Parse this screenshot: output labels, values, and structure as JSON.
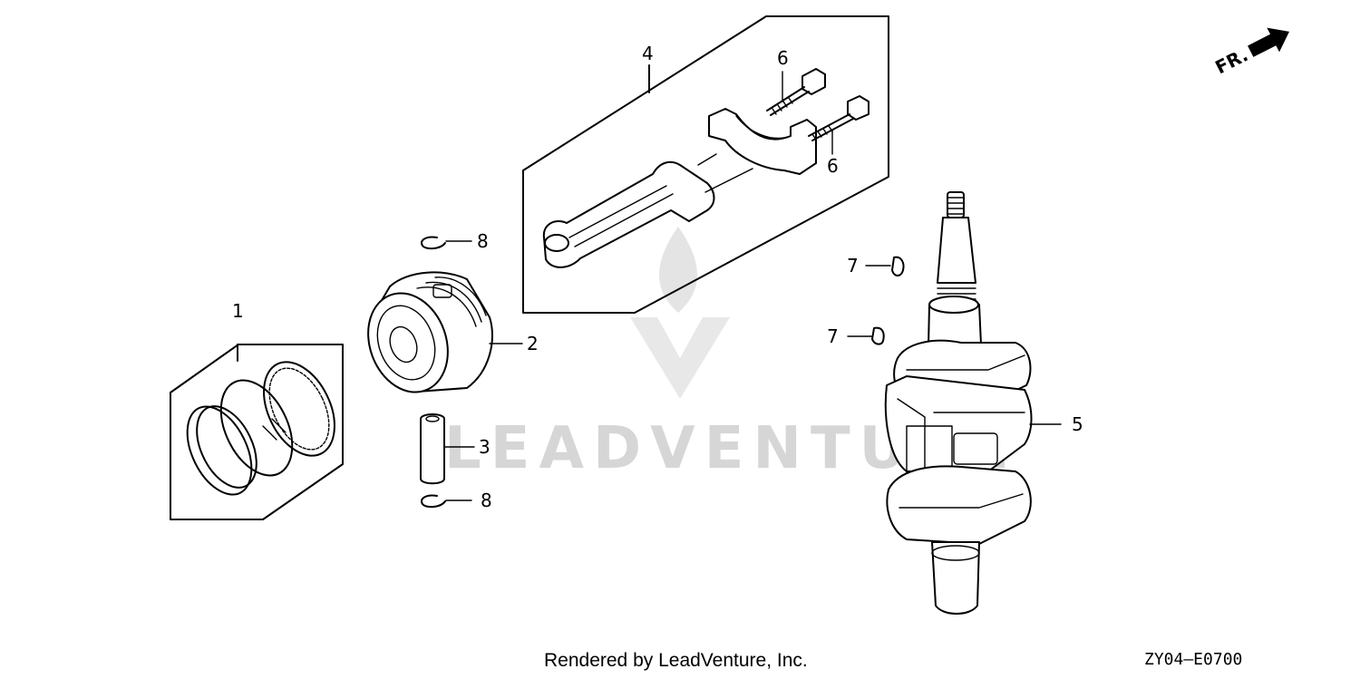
{
  "watermark": {
    "text": "LEADVENTURE"
  },
  "orientation": {
    "label": "FR."
  },
  "callouts": [
    {
      "id": "ring-set",
      "label": "1"
    },
    {
      "id": "piston",
      "label": "2"
    },
    {
      "id": "piston-pin",
      "label": "3"
    },
    {
      "id": "connecting-rod",
      "label": "4"
    },
    {
      "id": "crankshaft",
      "label": "5"
    },
    {
      "id": "rod-bolt-upper",
      "label": "6"
    },
    {
      "id": "rod-bolt-lower",
      "label": "6"
    },
    {
      "id": "key-upper",
      "label": "7"
    },
    {
      "id": "key-lower",
      "label": "7"
    },
    {
      "id": "clip-upper",
      "label": "8"
    },
    {
      "id": "clip-lower",
      "label": "8"
    }
  ],
  "footer": {
    "credit": "Rendered by LeadVenture, Inc.",
    "diagram_code": "ZY04—E0700"
  }
}
